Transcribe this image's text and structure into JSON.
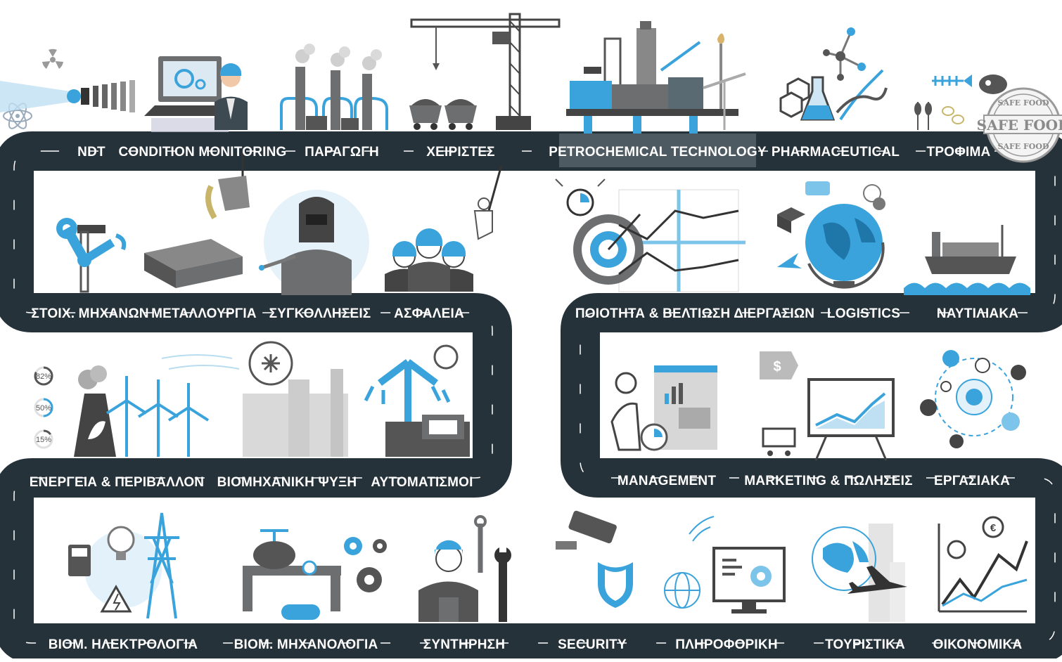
{
  "rows": [
    {
      "items": [
        {
          "id": "ndt",
          "label": "NDT"
        },
        {
          "id": "condition-monitoring",
          "label": "CONDITION MONITORING"
        },
        {
          "id": "paragogi",
          "label": "ΠΑΡΑΓΩΓΗ"
        },
        {
          "id": "xeiristes",
          "label": "ΧΕΙΡΙΣΤΕΣ"
        },
        {
          "id": "petrochemical-technology",
          "label": "PETROCHEMICAL TECHNOLOGY",
          "highlighted": true
        },
        {
          "id": "pharmaceutical",
          "label": "PHARMACEUTICAL"
        },
        {
          "id": "trofima",
          "label": "ΤΡΟΦΙΜΑ"
        }
      ]
    },
    {
      "items": [
        {
          "id": "stoix-mixanon",
          "label": "ΣΤΟΙΧ. ΜΗΧΑΝΩΝ"
        },
        {
          "id": "metallourgia",
          "label": "ΜΕΤΑΛΛΟΥΡΓΙΑ"
        },
        {
          "id": "sygkolliseis",
          "label": "ΣΥΓΚΟΛΛΗΣΕΙΣ"
        },
        {
          "id": "asfaleia",
          "label": "ΑΣΦΑΛΕΙΑ"
        },
        {
          "id": "poiotita",
          "label": "ΠΟΙΟΤΗΤΑ & ΒΕΛΤΙΩΣΗ ΔΙΕΡΓΑΣΙΩΝ"
        },
        {
          "id": "logistics",
          "label": "LOGISTICS"
        },
        {
          "id": "naytiliaka",
          "label": "ΝΑΥΤΙΛΙΑΚΑ"
        }
      ]
    },
    {
      "items": [
        {
          "id": "energeia",
          "label": "ΕΝΕΡΓΕΙΑ & ΠΕΡΙΒΑΛΛΟΝ"
        },
        {
          "id": "viomixaniki-psyxi",
          "label": "ΒΙΟΜΗΧΑΝΙΚΗ ΨΥΞΗ"
        },
        {
          "id": "aytomatismoi",
          "label": "ΑΥΤΟΜΑΤΙΣΜΟΙ"
        },
        {
          "id": "management",
          "label": "MANAGEMENT"
        },
        {
          "id": "marketing",
          "label": "MARKETING & ΠΩΛΗΣΕΙΣ"
        },
        {
          "id": "ergasiaka",
          "label": "ΕΡΓΑΣΙΑΚΑ"
        }
      ]
    },
    {
      "items": [
        {
          "id": "viom-ilektrologia",
          "label": "ΒΙΟΜ. ΗΛΕΚΤΡΟΛΟΓΙΑ"
        },
        {
          "id": "viom-mixanologia",
          "label": "ΒΙΟΜ. ΜΗΧΑΝΟΛΟΓΙΑ"
        },
        {
          "id": "syntirisi",
          "label": "ΣΥΝΤΗΡΗΣΗ"
        },
        {
          "id": "security",
          "label": "SECURITY"
        },
        {
          "id": "pliroforiki",
          "label": "ΠΛΗΡΟΦΟΡΙΚΗ"
        },
        {
          "id": "touristika",
          "label": "ΤΟΥΡΙΣΤΙΚΑ"
        },
        {
          "id": "oikonomika",
          "label": "ΟΙΚΟΝΟΜΙΚΑ"
        }
      ]
    }
  ],
  "gauges": [
    {
      "name": "gauge-82",
      "text": "82%",
      "value": 0.82
    },
    {
      "name": "gauge-50",
      "text": "50%",
      "value": 0.5
    },
    {
      "name": "gauge-15",
      "text": "15%",
      "value": 0.15
    }
  ],
  "badge": {
    "top": "SAFE FOOD",
    "main": "SAFE FOOD",
    "bottom": "SAFE FOOD"
  },
  "colors": {
    "road": "#26323a",
    "accent": "#3aa3dc",
    "grey": "#6d6e70",
    "highlight": "#4d5a62"
  }
}
